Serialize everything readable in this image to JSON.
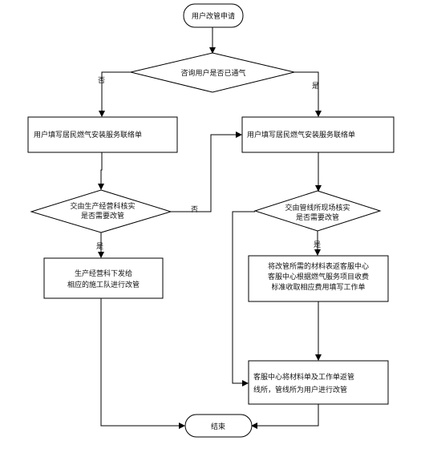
{
  "flow": {
    "start": "用户改管申请",
    "decision_gas": "咨询用户是否已通气",
    "no_label_1": "否",
    "yes_label_1": "是",
    "user_form_left": "用户填写居民燃气安装服务联络单",
    "user_form_right": "用户填写居民燃气安装服务联络单",
    "decision_production": [
      "交由生产经营科核实",
      "是否需要改管"
    ],
    "no_label_2": "否",
    "yes_label_2": "是",
    "decision_pipeline": [
      "交由管线所现场核实",
      "是否需要改管"
    ],
    "yes_label_3": "是",
    "production_dispatch": [
      "生产经营科下发给",
      "相应的施工队进行改管"
    ],
    "service_center_fee": [
      "将改管所需的材料表返客服中心",
      "客服中心根据燃气服务项目收费",
      "标准收取相应费用填写工作单"
    ],
    "service_center_return": [
      "客服中心将材料单及工作单返管",
      "线所，管线所为用户进行改管"
    ],
    "end": "结束"
  }
}
